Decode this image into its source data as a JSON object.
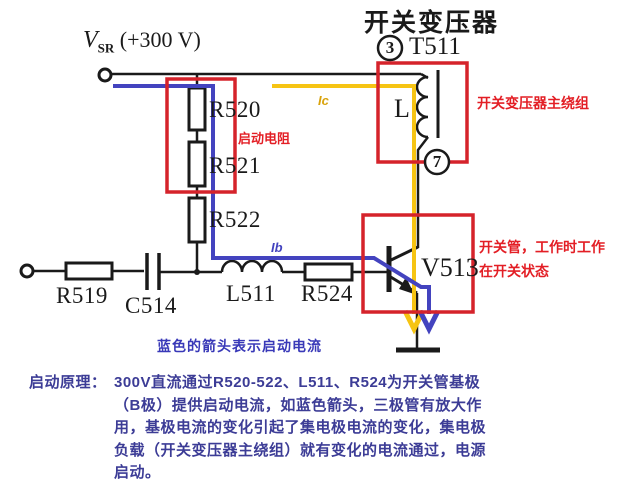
{
  "colors": {
    "background": "#ffffff",
    "wire_black": "#1a1a1a",
    "highlight_red": "#d5232b",
    "annotation_red": "#e31e25",
    "current_blue": "#4343bf",
    "current_yellow": "#f6c413",
    "ic_label_yellow": "#d9a30d",
    "note_blue": "#3939b8",
    "explanation_indigo": "#3c3c96"
  },
  "source": {
    "v": "V",
    "sub": "SR",
    "value": "(+300 V)"
  },
  "title": "开关变压器",
  "transformer": {
    "part": "T511",
    "pin_top": "3",
    "pin_bottom": "7",
    "winding": "L"
  },
  "components": {
    "r520": "R520",
    "r521": "R521",
    "r522": "R522",
    "r519": "R519",
    "c514": "C514",
    "l511": "L511",
    "r524": "R524",
    "v513": "V513"
  },
  "currents": {
    "collector": "Ic",
    "base": "Ib"
  },
  "annotations": {
    "startup_resistor": "启动电阻",
    "main_winding": "开关变压器主绕组",
    "switch_state_line1": "开关管，工作时工作",
    "switch_state_line2": "在开关状态",
    "blue_arrow_note": "蓝色的箭头表示启动电流"
  },
  "explanation": {
    "label": "启动原理：",
    "lines": [
      "300V直流通过R520-522、L511、R524为开关管基极",
      "（B极）提供启动电流，如蓝色箭头，三极管有放大作",
      "用，基极电流的变化引起了集电极电流的变化，集电极",
      "负载（开关变压器主绕组）就有变化的电流通过，电源",
      "启动。"
    ]
  }
}
